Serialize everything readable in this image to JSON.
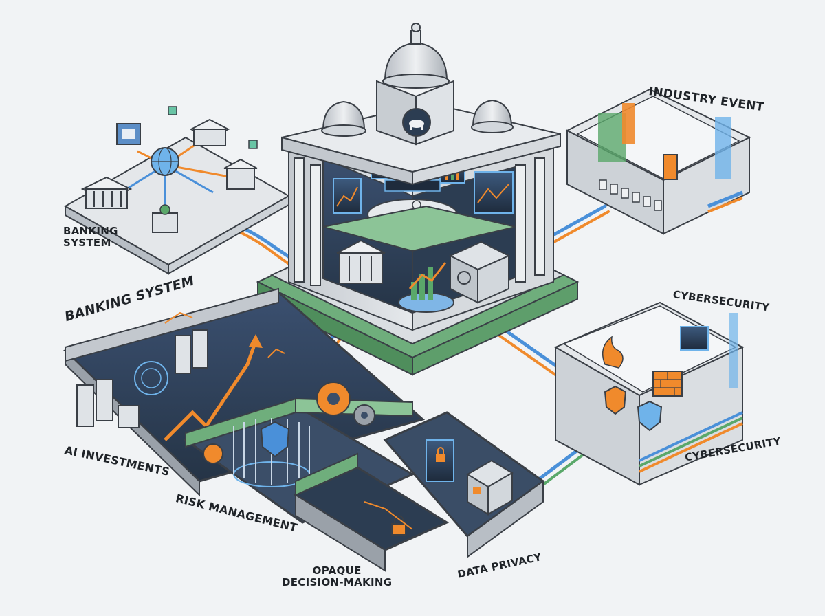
{
  "labels": {
    "banking_system_top": "BANKING\nSYSTEM",
    "industry_event": "INDUSTRY EVENT",
    "banking_system": "BANKING SYSTEM",
    "cybersecurity_top": "CYBERSECURITY",
    "cybersecurity_bottom": "CYBERSECURITY",
    "ai_investments": "AI INVESTMENTS",
    "risk_management": "RISK MANAGEMENT",
    "opaque_decision_making": "OPAQUE\nDECISION-MAKING",
    "data_privacy": "DATA PRIVACY"
  },
  "colors": {
    "background": "#f1f3f5",
    "stone": "#d4d8dd",
    "stone_dark": "#9aa1a9",
    "panel_dark": "#2e3e52",
    "accent_blue": "#4a90d9",
    "accent_orange": "#f08a2c",
    "accent_green": "#5aa86a",
    "outline": "#3a3f46"
  },
  "icons": {
    "central_building": "central-bank-building-icon",
    "emblem": "tiger-emblem-icon",
    "vault": "vault-safe-icon",
    "shield": "security-shield-icon",
    "padlock": "padlock-icon",
    "gear": "gear-icon",
    "globe": "globe-network-icon",
    "firewall": "brick-firewall-icon",
    "podium": "podium-icon"
  }
}
